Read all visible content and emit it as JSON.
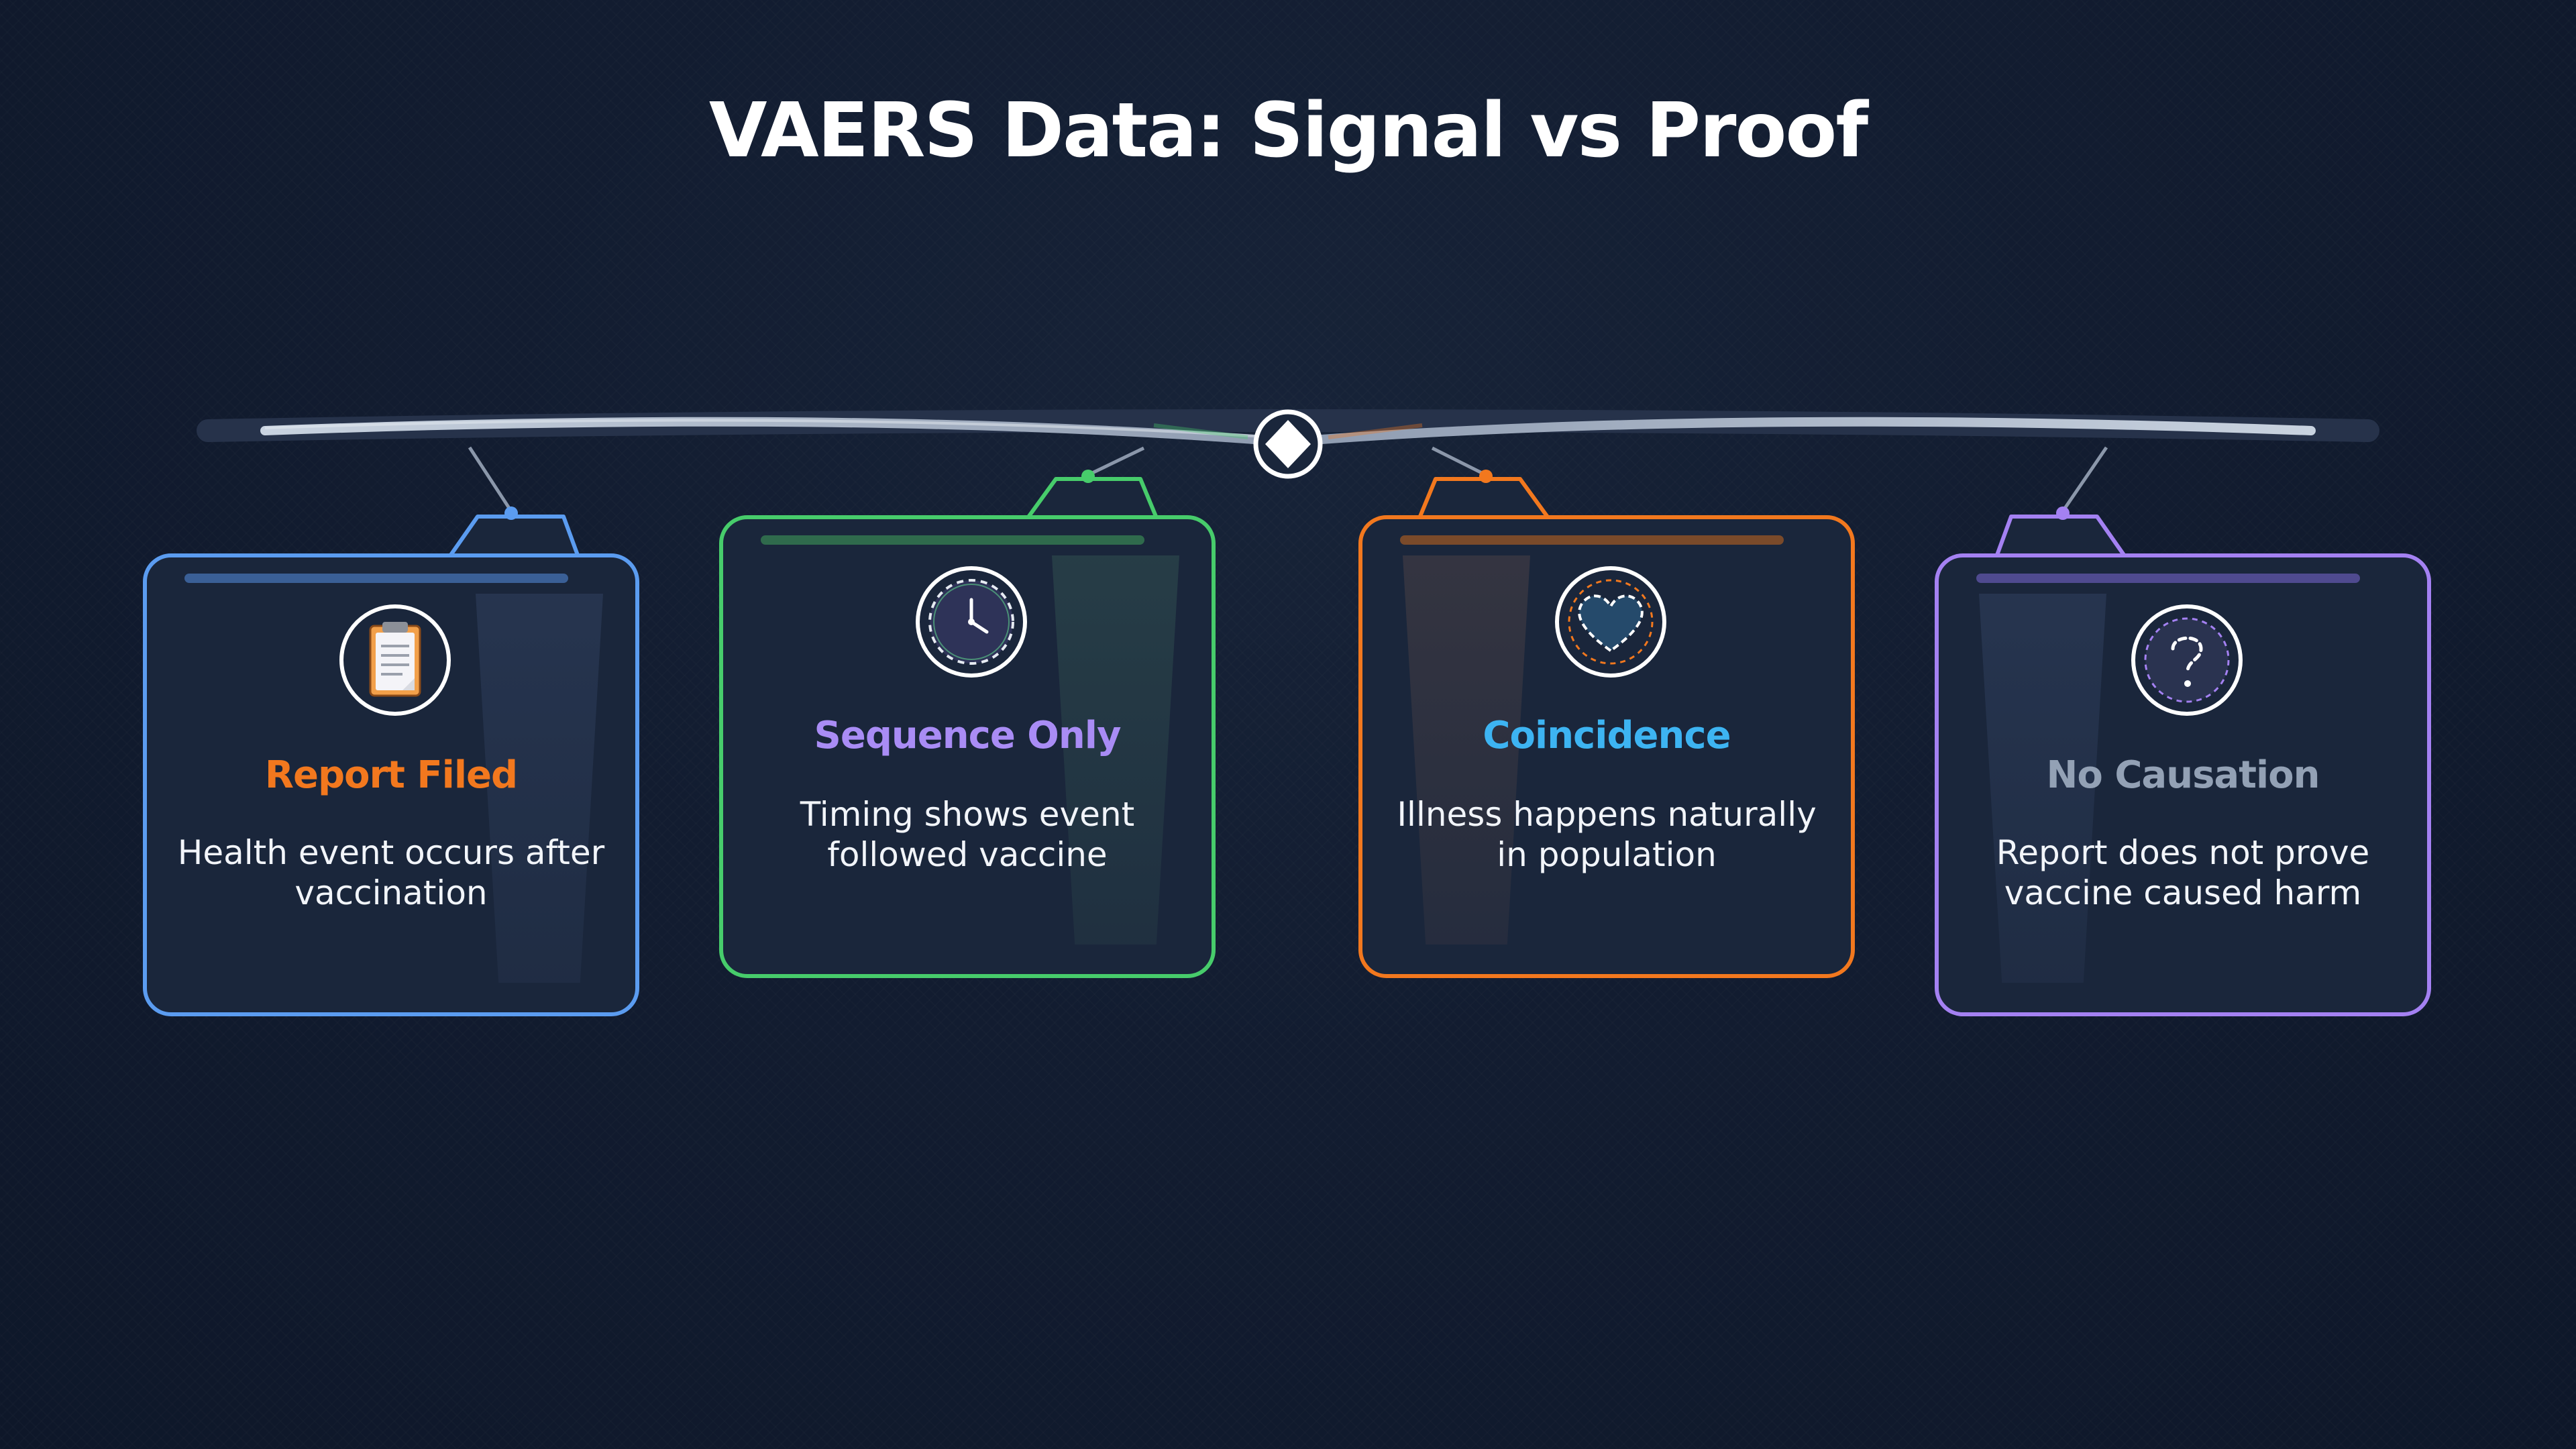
{
  "title": "VAERS Data: Signal vs Proof",
  "cards": [
    {
      "label": "Report Filed",
      "description": "Health event occurs after vaccination",
      "icon": "clipboard-icon",
      "border_color": "#5b9cf0",
      "label_color": "#f2781e",
      "bar_color": "#3a5f96"
    },
    {
      "label": "Sequence Only",
      "description": "Timing shows event followed vaccine",
      "icon": "clock-icon",
      "border_color": "#47cc6b",
      "label_color": "#a98cf5",
      "bar_color": "#2f6a4c"
    },
    {
      "label": "Coincidence",
      "description": "Illness happens naturally in population",
      "icon": "heart-icon",
      "border_color": "#f2781e",
      "label_color": "#3db4f2",
      "bar_color": "#7a4a2a"
    },
    {
      "label": "No Causation",
      "description": "Report does not prove vaccine caused harm",
      "icon": "question-icon",
      "border_color": "#a481f2",
      "label_color": "#93a1b5",
      "bar_color": "#4f4a8f"
    }
  ]
}
